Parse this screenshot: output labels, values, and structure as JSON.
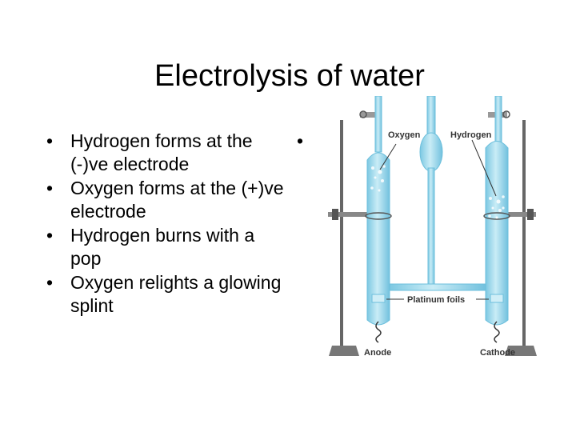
{
  "slide": {
    "title": "Electrolysis of water",
    "bullets": [
      "Hydrogen forms at the (-)ve electrode",
      "Oxygen forms at the (+)ve electrode",
      "Hydrogen burns with a pop",
      "Oxygen relights a glowing splint"
    ],
    "bullet_symbol": "•",
    "stray_bullet": "•"
  },
  "diagram": {
    "labels": {
      "oxygen": "Oxygen",
      "hydrogen": "Hydrogen",
      "platinum": "Platinum foils",
      "anode": "Anode",
      "cathode": "Cathode"
    },
    "colors": {
      "tube": "#a9dcec",
      "tube_dark": "#6cbfdc",
      "stand": "#555555"
    }
  }
}
